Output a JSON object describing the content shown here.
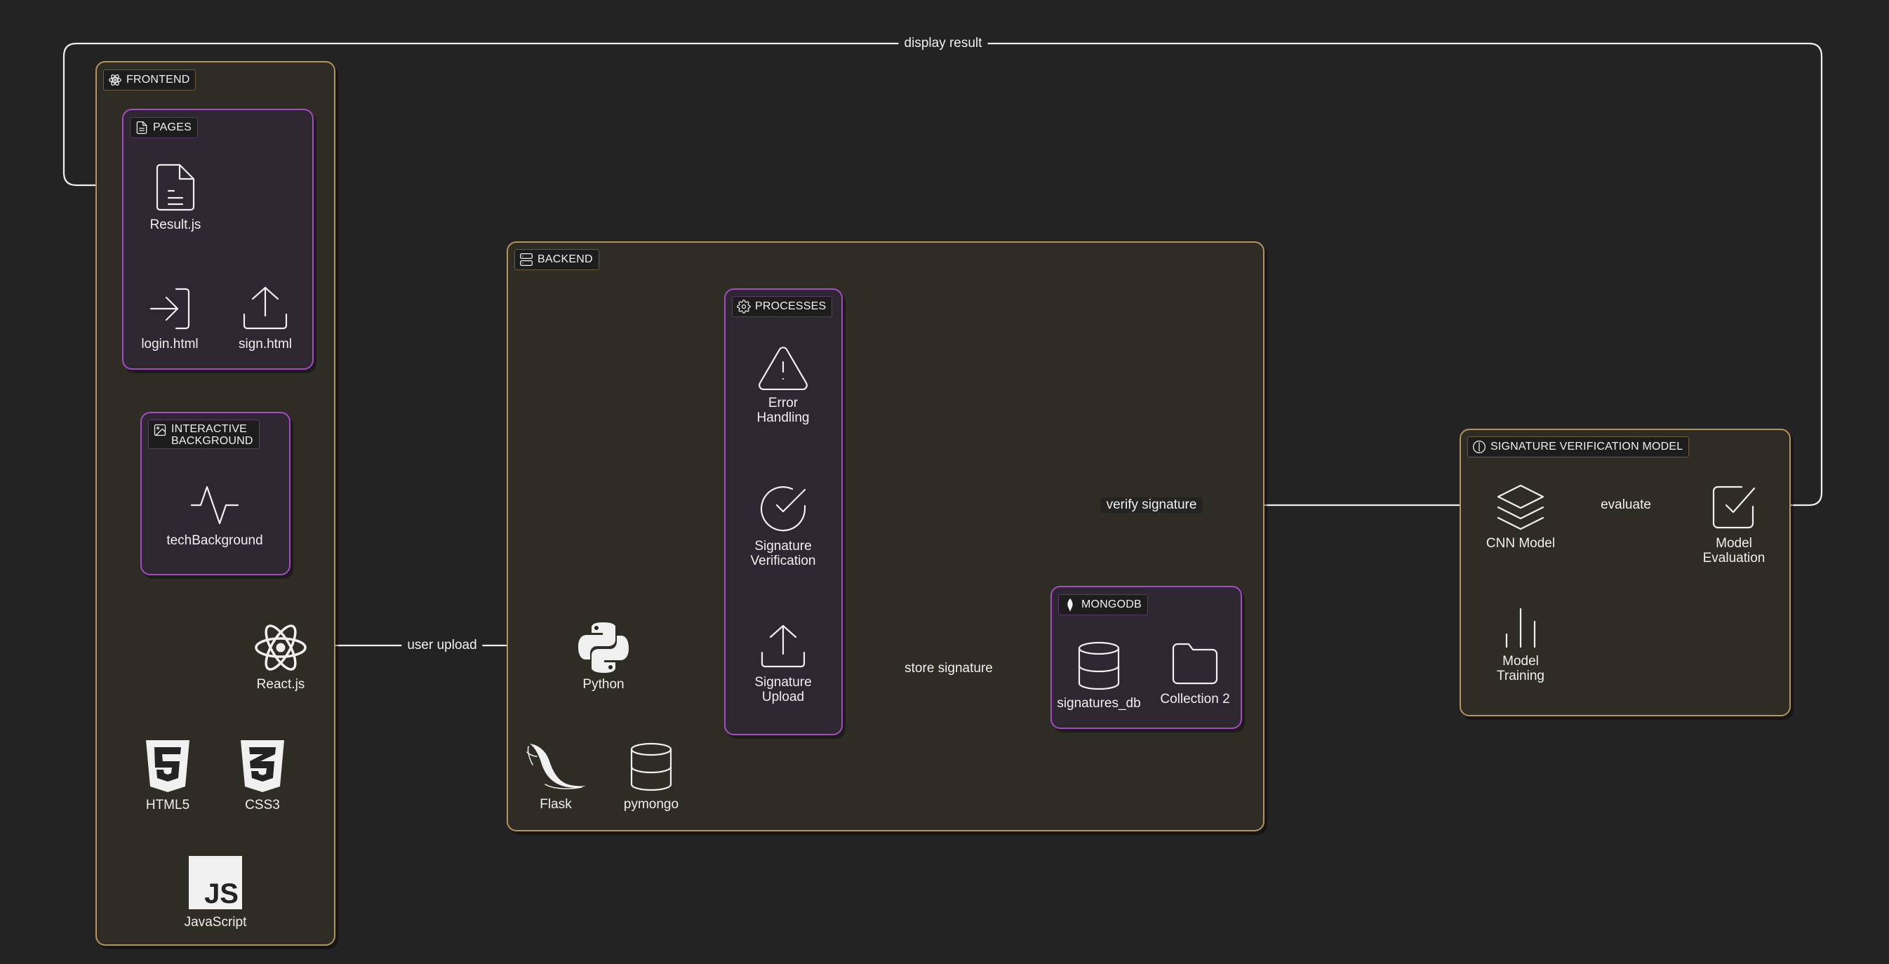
{
  "groups": {
    "frontend": {
      "title": "FRONTEND",
      "icon": "react-icon"
    },
    "pages": {
      "title": "PAGES",
      "icon": "file-icon"
    },
    "interactive_background": {
      "title": "INTERACTIVE\nBACKGROUND",
      "icon": "image-icon"
    },
    "backend": {
      "title": "BACKEND",
      "icon": "server-icon"
    },
    "processes": {
      "title": "PROCESSES",
      "icon": "gear-icon"
    },
    "mongodb": {
      "title": "MONGODB",
      "icon": "mongodb-leaf-icon"
    },
    "model": {
      "title": "SIGNATURE VERIFICATION MODEL",
      "icon": "circle-icon"
    }
  },
  "nodes": {
    "result_js": {
      "label": "Result.js",
      "icon": "file-text-icon"
    },
    "login_html": {
      "label": "login.html",
      "icon": "log-in-icon"
    },
    "sign_html": {
      "label": "sign.html",
      "icon": "upload-icon"
    },
    "tech_background": {
      "label": "techBackground",
      "icon": "activity-icon"
    },
    "react_js": {
      "label": "React.js",
      "icon": "react-icon"
    },
    "html5": {
      "label": "HTML5",
      "icon": "html5-icon"
    },
    "css3": {
      "label": "CSS3",
      "icon": "css3-icon"
    },
    "javascript": {
      "label": "JavaScript",
      "icon": "javascript-icon"
    },
    "python": {
      "label": "Python",
      "icon": "python-icon"
    },
    "flask": {
      "label": "Flask",
      "icon": "flask-icon"
    },
    "pymongo": {
      "label": "pymongo",
      "icon": "database-icon"
    },
    "error_handling": {
      "label": "Error\nHandling",
      "icon": "alert-triangle-icon"
    },
    "signature_verification": {
      "label": "Signature\nVerification",
      "icon": "check-circle-icon"
    },
    "signature_upload": {
      "label": "Signature\nUpload",
      "icon": "upload-icon"
    },
    "signatures_db": {
      "label": "signatures_db",
      "icon": "database-icon"
    },
    "collection_2": {
      "label": "Collection 2",
      "icon": "folder-icon"
    },
    "cnn_model": {
      "label": "CNN Model",
      "icon": "layers-icon"
    },
    "model_evaluation": {
      "label": "Model\nEvaluation",
      "icon": "check-square-icon"
    },
    "model_training": {
      "label": "Model\nTraining",
      "icon": "bar-chart-icon"
    }
  },
  "edges": {
    "display_result": "display result",
    "user_upload": "user upload",
    "store_signature": "store signature",
    "verify_signature": "verify signature",
    "evaluate": "evaluate"
  },
  "js_badge": "JS",
  "colors": {
    "background": "#232323",
    "outer_border": "#b4945a",
    "inner_border": "#a44bc6",
    "line": "#f0f0f0"
  }
}
